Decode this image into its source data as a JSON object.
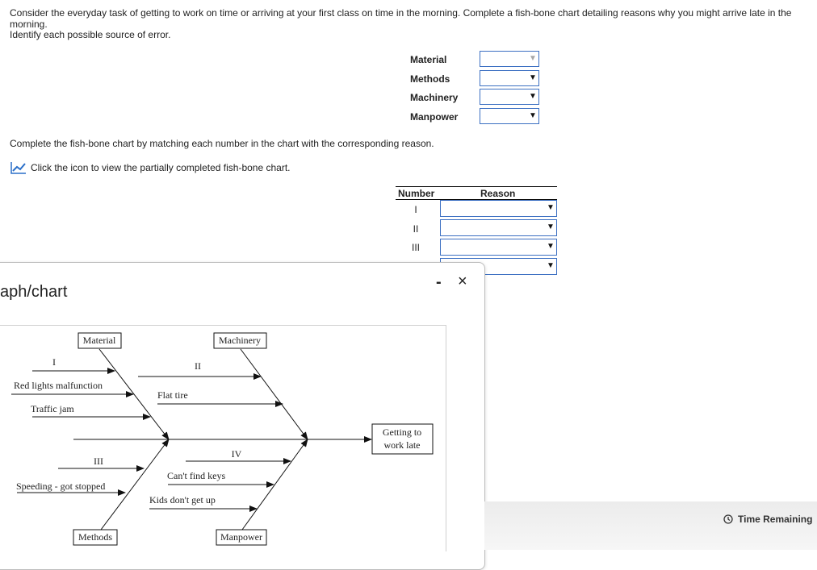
{
  "question": {
    "line1": "Consider the everyday task of getting to work on time or arriving at your first class on time in the morning. Complete a fish-bone chart detailing reasons why you might arrive late in the morning.",
    "line2": "Identify each possible source of error."
  },
  "categories": [
    {
      "label": "Material",
      "selected": "",
      "disabled": true
    },
    {
      "label": "Methods",
      "selected": "",
      "disabled": false
    },
    {
      "label": "Machinery",
      "selected": "",
      "disabled": false
    },
    {
      "label": "Manpower",
      "selected": "",
      "disabled": false
    }
  ],
  "instructions": {
    "match": "Complete the fish-bone chart by matching each number in the chart with the corresponding reason.",
    "icon_link": "Click the icon to view the partially completed fish-bone chart.",
    "icon": "line-chart-icon"
  },
  "match_table": {
    "col_number": "Number",
    "col_reason": "Reason",
    "rows": [
      {
        "number": "I",
        "reason": ""
      },
      {
        "number": "II",
        "reason": ""
      },
      {
        "number": "III",
        "reason": ""
      },
      {
        "number": "",
        "reason": ""
      }
    ]
  },
  "popup": {
    "title": "aph/chart",
    "minimize": "-",
    "close": "×"
  },
  "fishbone": {
    "effect_line1": "Getting to",
    "effect_line2": "work late",
    "cat_material": "Material",
    "cat_machinery": "Machinery",
    "cat_methods": "Methods",
    "cat_manpower": "Manpower",
    "num_i": "I",
    "num_ii": "II",
    "num_iii": "III",
    "num_iv": "IV",
    "cause_red_lights": "Red lights malfunction",
    "cause_traffic": "Traffic jam",
    "cause_flat_tire": "Flat tire",
    "cause_speeding": "Speeding - got stopped",
    "cause_keys": "Can't find keys",
    "cause_kids": "Kids don't get up"
  },
  "footer": {
    "time_remaining": "Time Remaining"
  },
  "colors": {
    "select_border": "#3b6fc2",
    "icon_blue": "#2a6fc9"
  }
}
